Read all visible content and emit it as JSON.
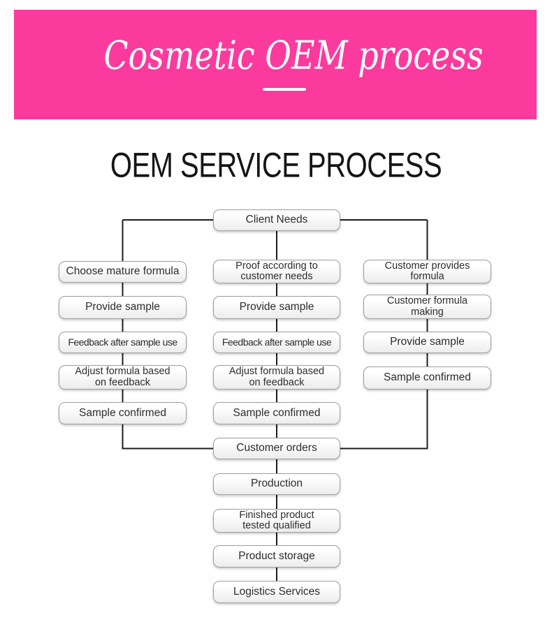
{
  "banner": {
    "title": "Cosmetic OEM process",
    "bg_color": "#fb3a9e",
    "text_color": "#ffffff"
  },
  "heading": "OEM SERVICE PROCESS",
  "flow": {
    "root": "Client Needs",
    "columns": [
      {
        "steps": [
          "Choose mature formula",
          "Provide sample",
          "Feedback after sample use",
          "Adjust formula based\non feedback",
          "Sample confirmed"
        ]
      },
      {
        "steps": [
          "Proof according to\ncustomer needs",
          "Provide sample",
          "Feedback after sample use",
          "Adjust formula based\non feedback",
          "Sample confirmed"
        ]
      },
      {
        "steps": [
          "Customer provides\nformula",
          "Customer formula\nmaking",
          "Provide sample",
          "Sample confirmed"
        ]
      }
    ],
    "merge": "Customer orders",
    "tail": [
      "Production",
      "Finished product\ntested qualified",
      "Product storage",
      "Logistics Services"
    ]
  },
  "style": {
    "line_color": "#1c1c1c",
    "node_border_color": "#9e9e9e",
    "node_text_color": "#2d2d2d"
  }
}
